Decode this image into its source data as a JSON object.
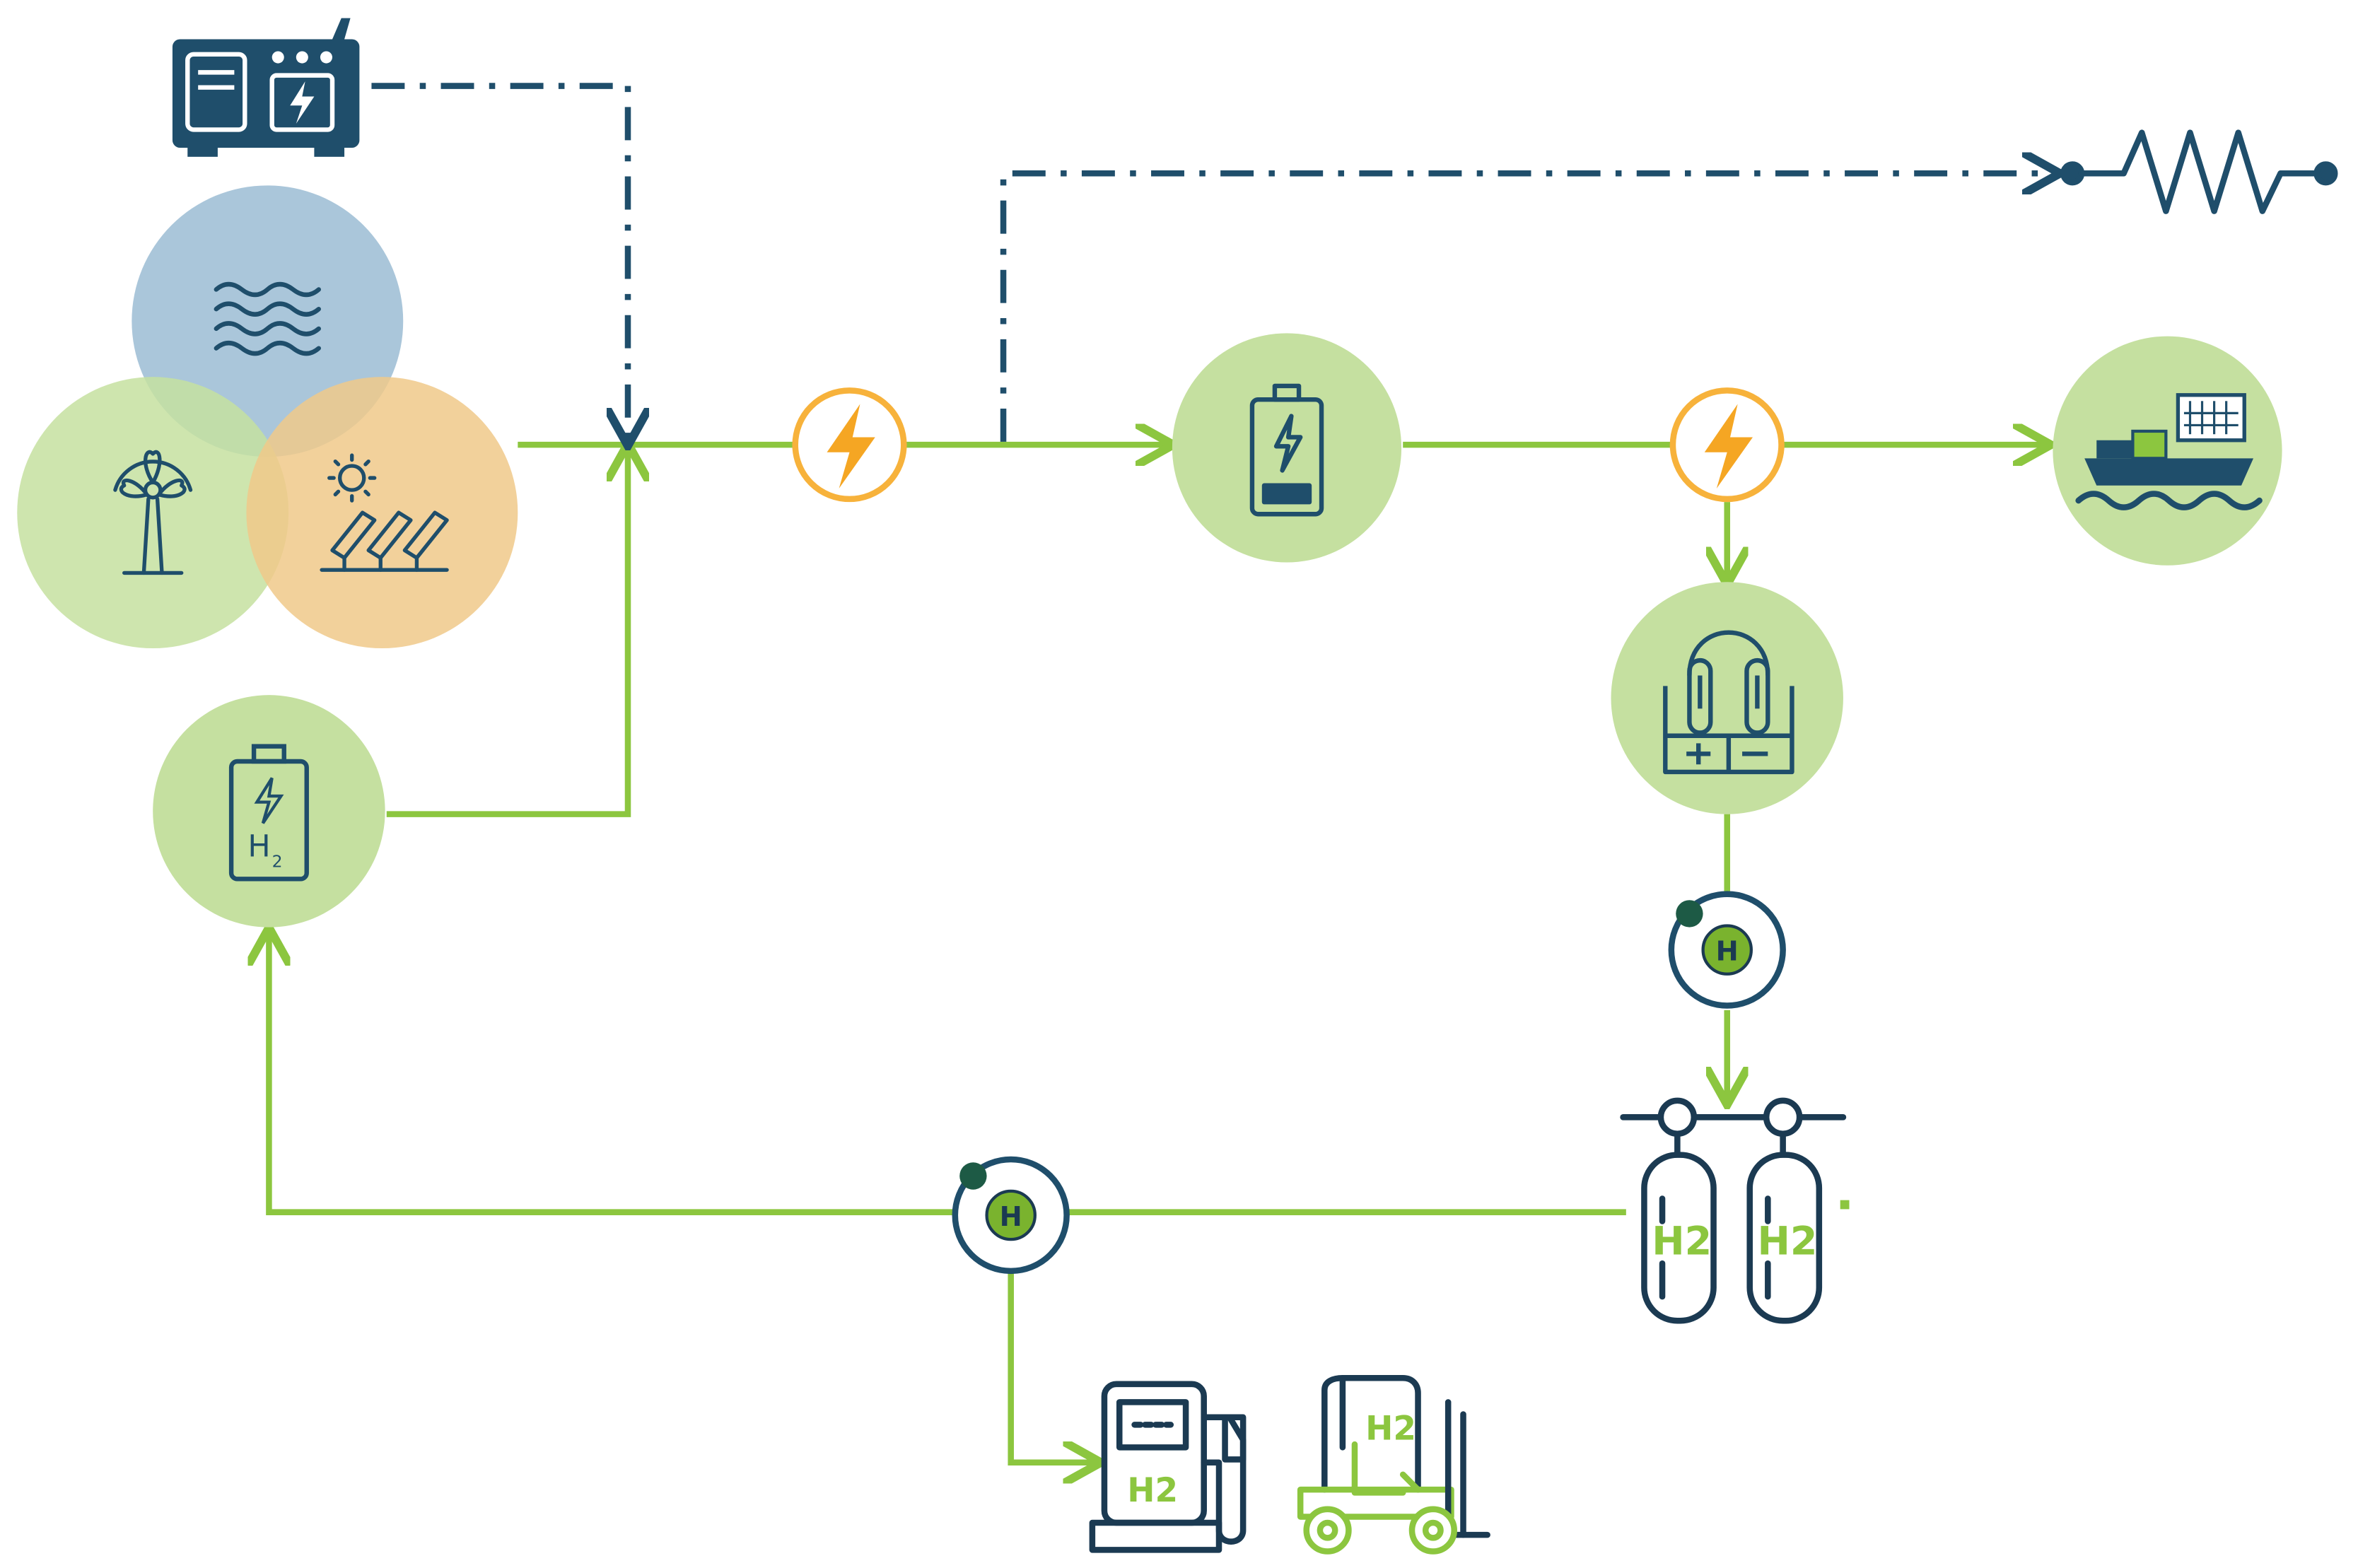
{
  "colors": {
    "green_line": "#8cc63f",
    "green_fill": "#c5e0a0",
    "navy": "#1f4e6b",
    "navy_dark": "#1b3a52",
    "blue_circle": "#9bbcd3",
    "orange_circle": "#f0c98a",
    "bolt_orange": "#f5a623",
    "bolt_ring": "#f7b23b",
    "h2_text_green": "#8cc63f",
    "h_badge_green": "#7ab32e",
    "badge_dot": "#1d5a45"
  },
  "icons": {
    "generator": "diesel-generator-icon",
    "waves": "wave-energy-icon",
    "wind": "wind-turbine-icon",
    "solar": "solar-panel-icon",
    "battery": "battery-icon",
    "fuel_cell": "hydrogen-fuel-cell-icon",
    "inverter": "lightning-bolt-icon",
    "electrolyzer": "electrolyzer-icon",
    "compressor": "hydrogen-compressor-icon",
    "tanks": "hydrogen-tank-icon",
    "load": "resistor-load-icon",
    "ship": "ship-icon",
    "pump": "hydrogen-fuel-pump-icon",
    "forklift": "hydrogen-forklift-icon"
  },
  "labels": {
    "h2": "H",
    "h2_sub": "2",
    "h_badge": "H",
    "tank_h2": "H2",
    "pump_h2": "H2",
    "forklift_h2": "H2"
  }
}
